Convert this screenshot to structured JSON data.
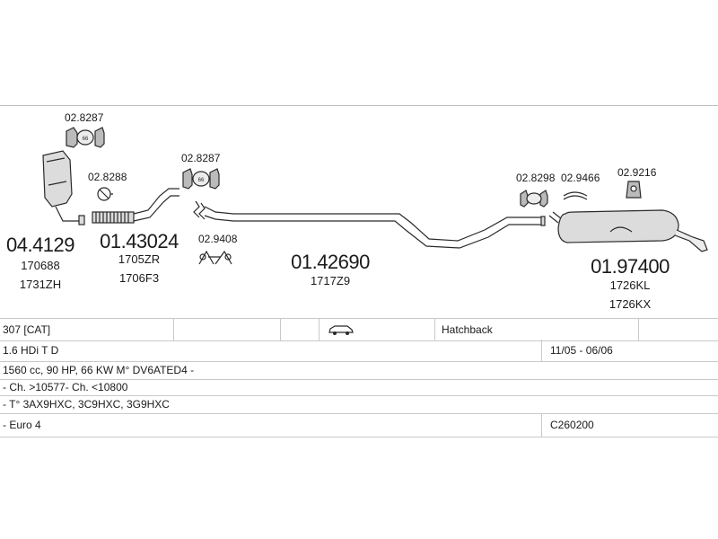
{
  "parts": {
    "cat_clamp_code": "02.8287",
    "pipe_clamp_code": "02.8288",
    "mid_clamp_code": "02.8287",
    "mount_code": "02.9408",
    "muffler_clamp_code": "02.8298",
    "muffler_gasket_code": "02.9466",
    "muffler_hanger_code": "02.9216",
    "catalyst": {
      "number": "04.4129",
      "ref1": "170688",
      "ref2": "1731ZH"
    },
    "front_pipe": {
      "number": "01.43024",
      "ref1": "1705ZR",
      "ref2": "1706F3"
    },
    "center_pipe": {
      "number": "01.42690",
      "ref1": "1717Z9"
    },
    "rear_muffler": {
      "number": "01.97400",
      "ref1": "1726KL",
      "ref2": "1726KX"
    }
  },
  "vehicle": {
    "model": "307 [CAT]",
    "body": "Hatchback",
    "car_icon": "car-icon",
    "engine": "1.6 HDi T D",
    "period": "11/05 - 06/06",
    "spec": "1560 cc, 90 HP, 66 KW M° DV6ATED4 -",
    "chassis": "- Ch. >10577- Ch. <10800",
    "types": "- T° 3AX9HXC, 3C9HXC, 3G9HXC",
    "emission": "- Euro 4",
    "code": "C260200"
  },
  "colors": {
    "line": "#2a2a2a",
    "fill": "#dcdcdc",
    "grid": "#c9c9c9"
  }
}
